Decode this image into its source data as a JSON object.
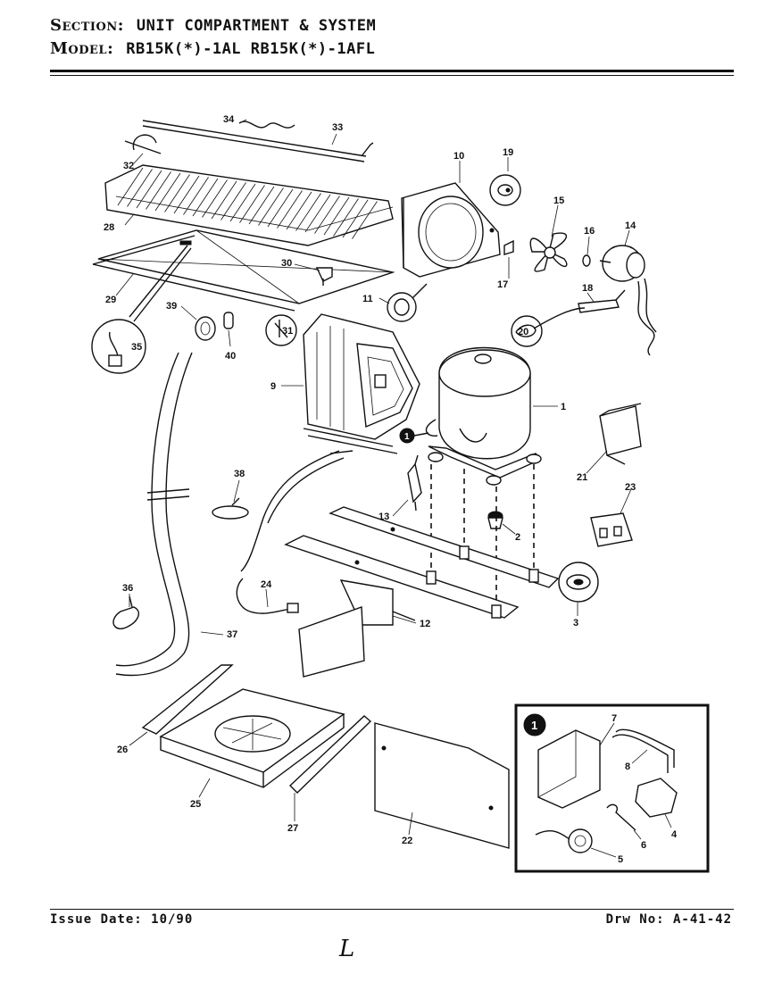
{
  "header": {
    "section_key": "Section:",
    "section_value": "UNIT COMPARTMENT & SYSTEM",
    "model_key": "Model:",
    "model_value": "RB15K(*)-1AL  RB15K(*)-1AFL"
  },
  "footer": {
    "issue_date": "Issue Date: 10/90",
    "drawing_no": "Drw No: A-41-42"
  },
  "signature_mark": "L",
  "inset": {
    "marker": "1"
  },
  "callouts": {
    "c1": "1",
    "c2": "2",
    "c3": "3",
    "c4": "4",
    "c5": "5",
    "c6": "6",
    "c7": "7",
    "c8": "8",
    "c9": "9",
    "c10": "10",
    "c11": "11",
    "c12": "12",
    "c13": "13",
    "c14": "14",
    "c15": "15",
    "c16": "16",
    "c17": "17",
    "c18": "18",
    "c19": "19",
    "c20": "20",
    "c21": "21",
    "c22": "22",
    "c23": "23",
    "c24": "24",
    "c25": "25",
    "c26": "26",
    "c27": "27",
    "c28": "28",
    "c29": "29",
    "c30": "30",
    "c31": "31",
    "c32": "32",
    "c33": "33",
    "c34": "34",
    "c35": "35",
    "c36": "36",
    "c37": "37",
    "c38": "38",
    "c39": "39",
    "c40": "40",
    "marker1": "1"
  }
}
